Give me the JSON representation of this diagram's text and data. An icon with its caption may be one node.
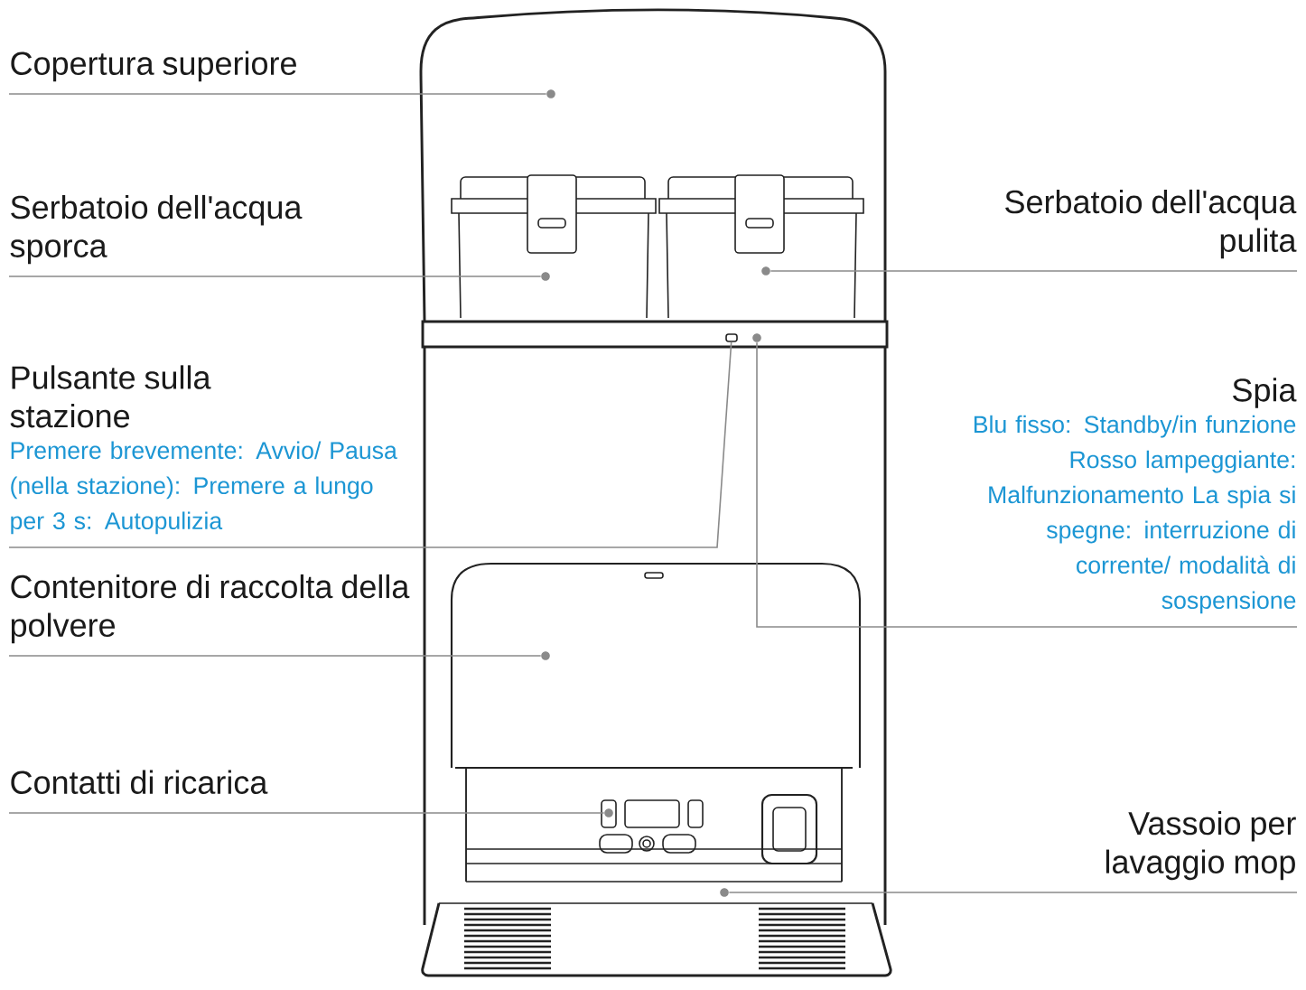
{
  "diagram": {
    "nodes": [
      {
        "text": [
          "Copertura superiore"
        ]
      },
      {
        "text": [
          "Serbatoio dell'acqua sporca"
        ]
      },
      {
        "text": [
          "Serbatoio dell'acqua pulita"
        ]
      },
      {
        "text": [
          "Pulsante sulla stazione",
          "Premere brevemente: Avvio/ Pausa (nella stazione): Premere a lungo per 3 s: Autopulizia"
        ]
      },
      {
        "text": [
          "Spia",
          "Blu fisso: Standby/in funzione Rosso lampeggiante: Malfunzionamento La spia si spegne: interruzione di corrente/ modalità di sospensione"
        ]
      },
      {
        "text": [
          "Contenitore di raccolta della polvere"
        ]
      },
      {
        "text": [
          "Contatti di ricarica"
        ]
      },
      {
        "text": [
          "Vassoio per lavaggio mop"
        ]
      },
      {
        "text": [],
        "shape": "circle"
      },
      {
        "text": [],
        "shape": "circle"
      },
      {
        "text": [],
        "shape": "circle"
      },
      {
        "text": [],
        "shape": "box"
      },
      {
        "text": [],
        "shape": "circle"
      },
      {
        "text": [],
        "shape": "circle"
      },
      {
        "text": [],
        "shape": "circle"
      },
      {
        "text": [],
        "shape": "circle"
      }
    ],
    "edges": [
      {
        "from": 0,
        "to": 8,
        "arrow": "none"
      },
      {
        "from": 1,
        "to": 9,
        "arrow": "none"
      },
      {
        "from": 2,
        "to": 10,
        "arrow": "none"
      },
      {
        "from": 3,
        "to": 11,
        "arrow": "none"
      },
      {
        "from": 4,
        "to": 12,
        "arrow": "none"
      },
      {
        "from": 5,
        "to": 13,
        "arrow": "none"
      },
      {
        "from": 6,
        "to": 14,
        "arrow": "none"
      },
      {
        "from": 7,
        "to": 15,
        "arrow": "none"
      }
    ]
  }
}
